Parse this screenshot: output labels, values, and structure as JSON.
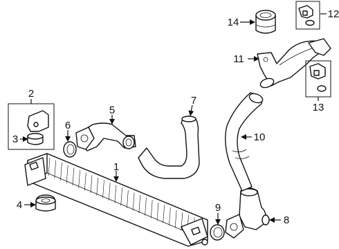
{
  "callouts": [
    {
      "num": "1",
      "name": "intercooler"
    },
    {
      "num": "2",
      "name": "bracket-group"
    },
    {
      "num": "3",
      "name": "bracket-cushion"
    },
    {
      "num": "4",
      "name": "mount-cushion"
    },
    {
      "num": "5",
      "name": "inlet-pipe"
    },
    {
      "num": "6",
      "name": "inlet-o-ring"
    },
    {
      "num": "7",
      "name": "inlet-hose"
    },
    {
      "num": "8",
      "name": "outlet-pipe"
    },
    {
      "num": "9",
      "name": "outlet-o-ring"
    },
    {
      "num": "10",
      "name": "outlet-hose"
    },
    {
      "num": "11",
      "name": "throttle-pipe"
    },
    {
      "num": "12",
      "name": "sensor-upper"
    },
    {
      "num": "13",
      "name": "sensor-lower"
    },
    {
      "num": "14",
      "name": "filter-element"
    }
  ]
}
